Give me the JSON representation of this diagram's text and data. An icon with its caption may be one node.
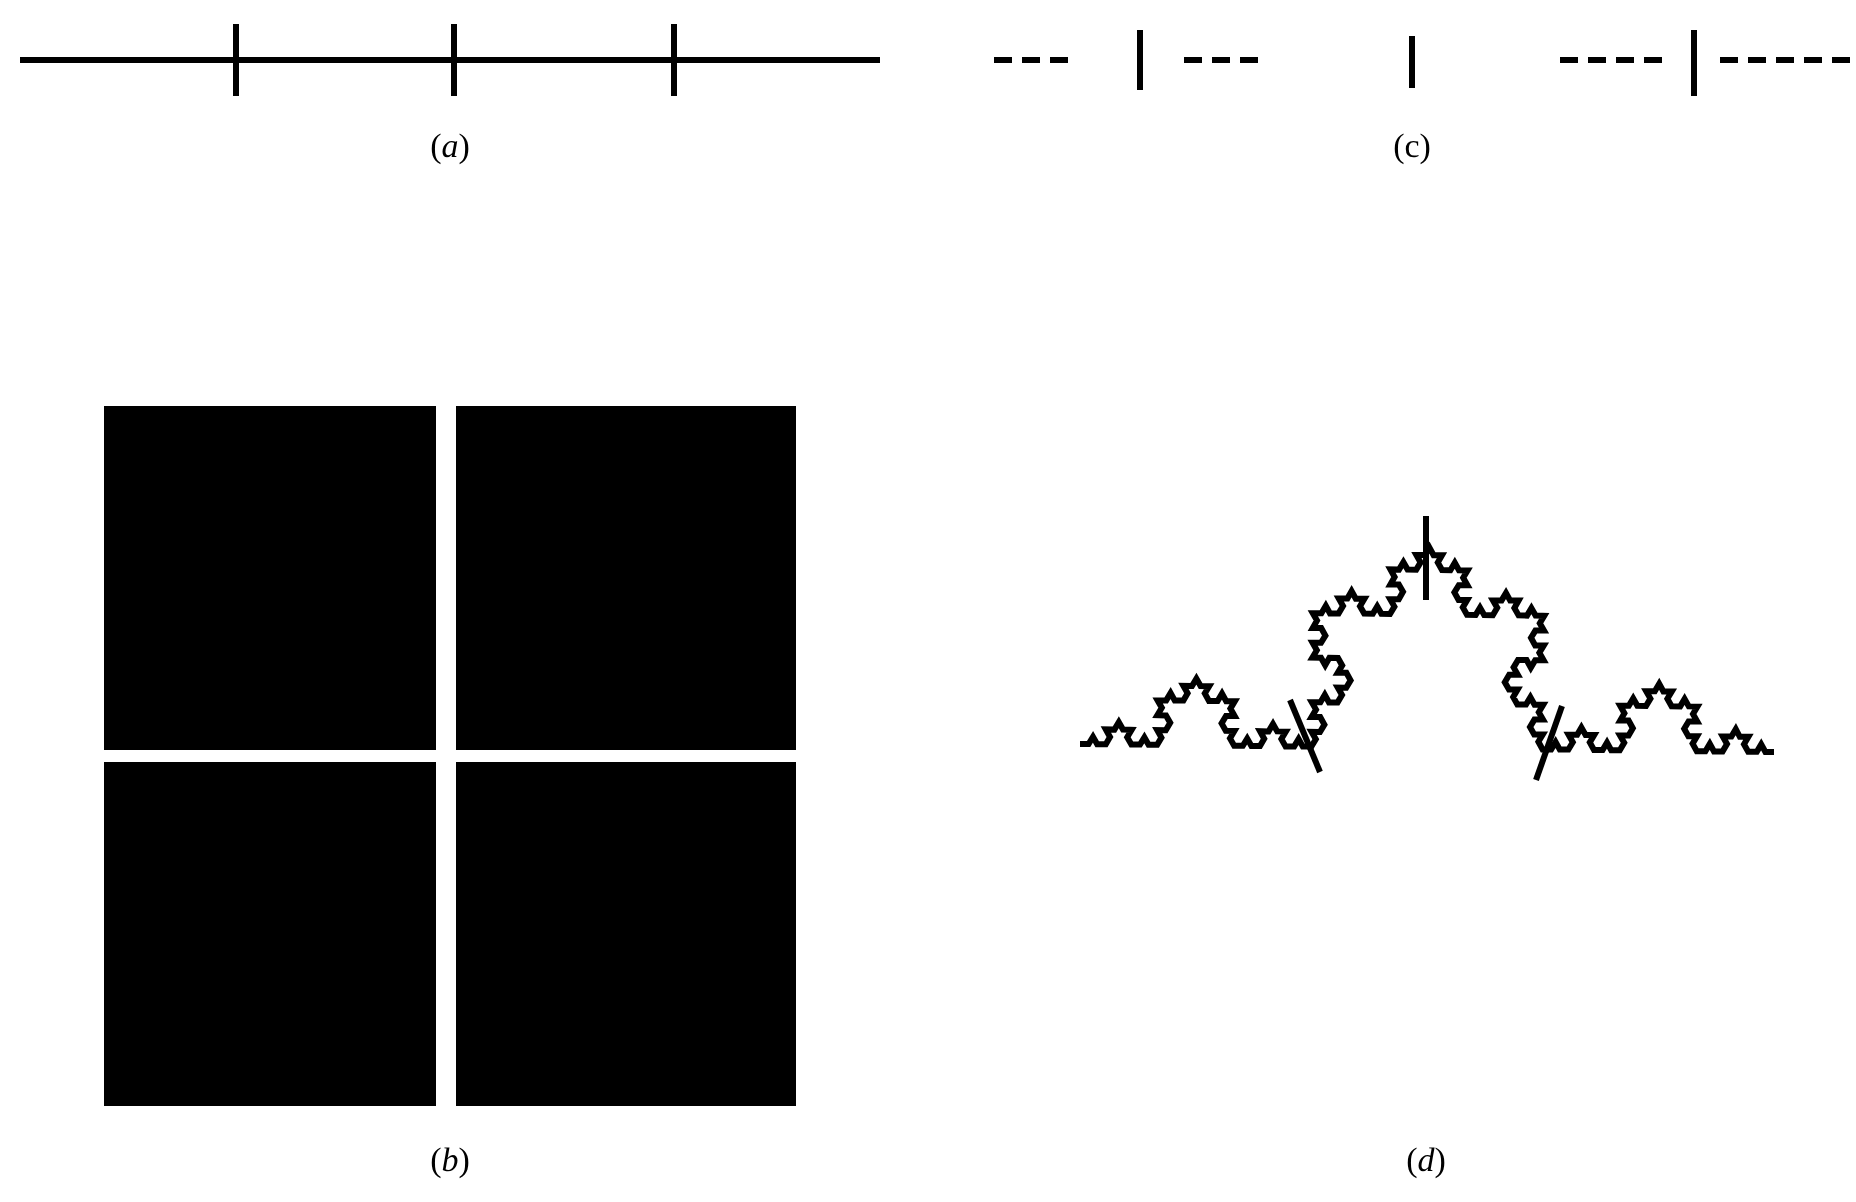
{
  "diagram": {
    "labels": [
      "(*a*)",
      "(c)",
      "(*b*)",
      "(*d*)"
    ]
  }
}
